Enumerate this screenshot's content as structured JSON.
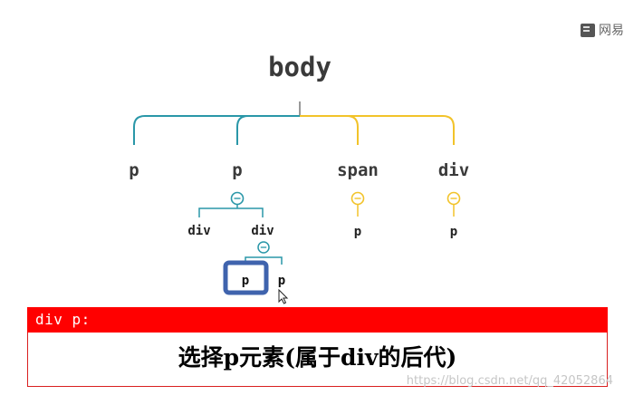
{
  "brand": {
    "icon": "book-icon",
    "text": "网易"
  },
  "tree": {
    "root": "body",
    "children": [
      "p",
      "p",
      "span",
      "div"
    ],
    "p2_children": [
      "div",
      "div"
    ],
    "span_child": "p",
    "div_child": "p",
    "div2_children": [
      "p",
      "p"
    ],
    "colors": {
      "teal": "#2a97a8",
      "gold": "#f2c32a",
      "highlight": "#3f63ad"
    }
  },
  "caption": {
    "selector": "div p:",
    "description": "选择p元素(属于div的后代)"
  },
  "watermark": "https://blog.csdn.net/qq_42052864"
}
